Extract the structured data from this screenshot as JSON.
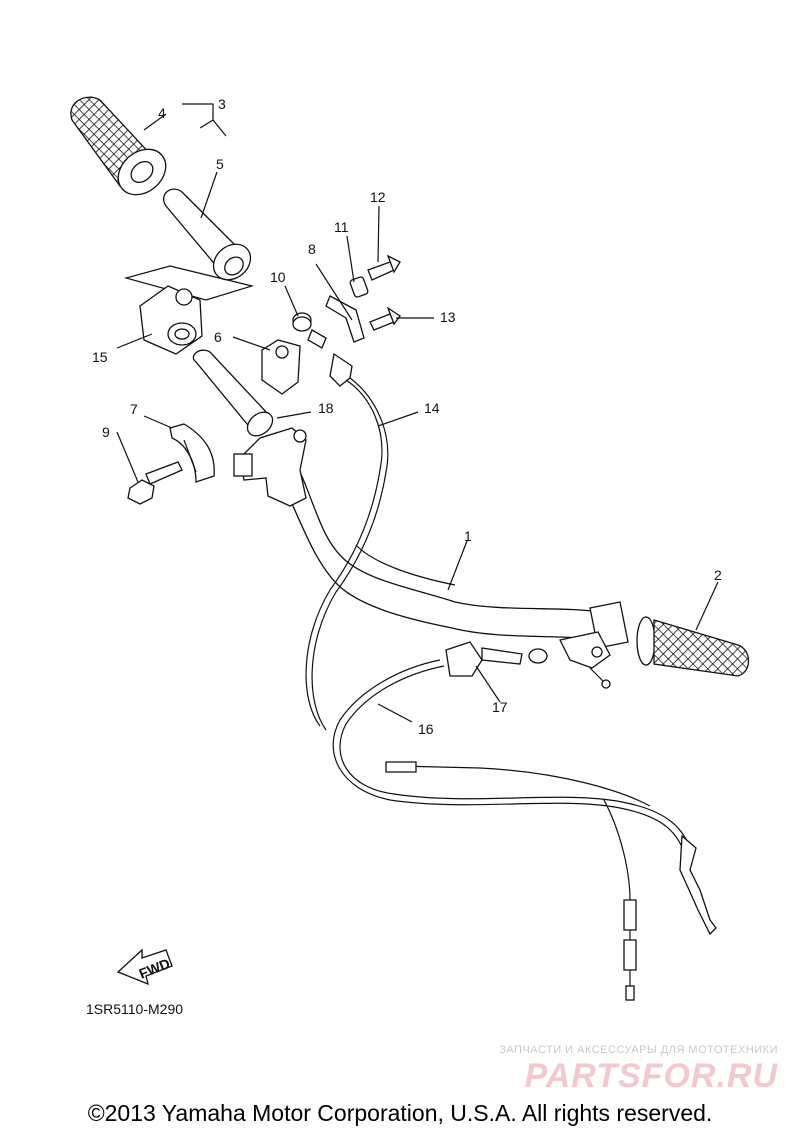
{
  "callouts": {
    "c1": "1",
    "c2": "2",
    "c3": "3",
    "c4": "4",
    "c5": "5",
    "c6": "6",
    "c7": "7",
    "c8": "8",
    "c9": "9",
    "c10": "10",
    "c11": "11",
    "c12": "12",
    "c13": "13",
    "c14": "14",
    "c15": "15",
    "c16": "16",
    "c17": "17",
    "c18": "18"
  },
  "fwd_label": "FWD",
  "diagram_code": "1SR5110-M290",
  "watermark": {
    "tagline": "ЗАПЧАСТИ И АКСЕССУАРЫ ДЛЯ МОТОТЕХНИКИ",
    "logo": "PARTSFOR.RU"
  },
  "copyright": "©2013 Yamaha Motor Corporation, U.S.A. All rights reserved."
}
